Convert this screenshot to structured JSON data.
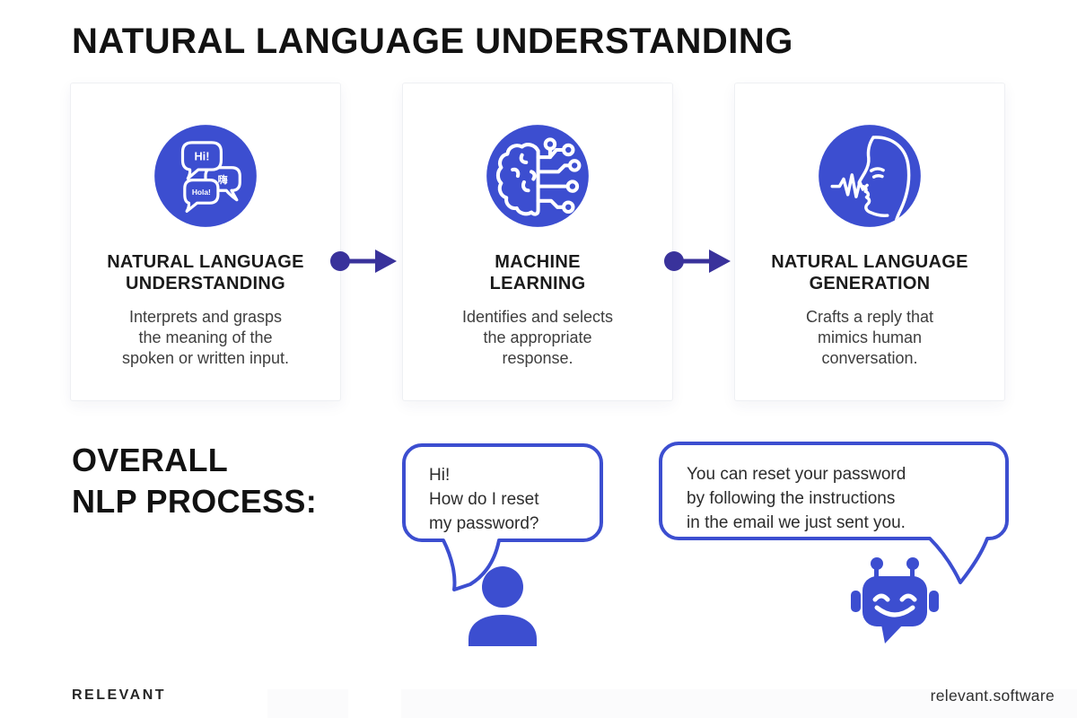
{
  "header": {
    "title": "NATURAL LANGUAGE UNDERSTANDING"
  },
  "colors": {
    "accent_blue": "#3c4ed0",
    "arrow_indigo": "#39329b",
    "card_border": "#eef0f3",
    "title_text": "#121212",
    "body_text": "#3e3e3e"
  },
  "steps": [
    {
      "icon": "translation-chat-bubbles-icon",
      "title_lines": [
        "NATURAL LANGUAGE",
        "UNDERSTANDING"
      ],
      "description_lines": [
        "Interprets and grasps",
        "the meaning of the",
        "spoken or written input."
      ],
      "icon_bubbles": {
        "top": "Hi!",
        "middle": "嗨",
        "bottom": "Hola!"
      }
    },
    {
      "icon": "machine-learning-brain-icon",
      "title_lines": [
        "MACHINE",
        "LEARNING"
      ],
      "description_lines": [
        "Identifies and selects",
        "the appropriate",
        "response."
      ]
    },
    {
      "icon": "speech-generation-face-icon",
      "title_lines": [
        "NATURAL LANGUAGE",
        "GENERATION"
      ],
      "description_lines": [
        "Crafts a reply that",
        "mimics human",
        "conversation."
      ]
    }
  ],
  "overall": {
    "title_lines": [
      "OVERALL",
      "NLP PROCESS:"
    ]
  },
  "chat": {
    "user_bubble_lines": [
      "Hi!",
      "How do I reset",
      "my password?"
    ],
    "bot_bubble_lines": [
      "You can reset your password",
      "by following the instructions",
      "in the email we just sent you."
    ]
  },
  "footer": {
    "brand": "RELEVANT",
    "website": "relevant.software"
  }
}
